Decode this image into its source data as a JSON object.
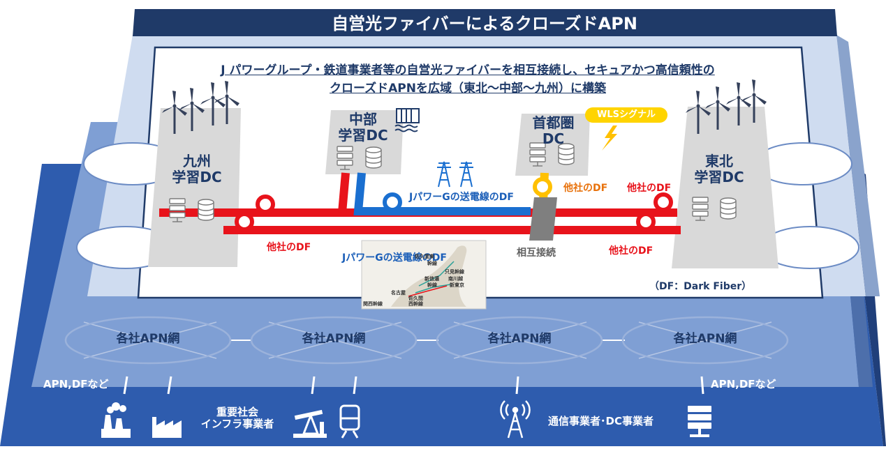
{
  "title": "自営光ファイバーによるクローズドAPN",
  "headline": {
    "line1": "J パワーグループ・鉄道事業者等の自営光ファイバーを相互接続し、セキュアかつ高信頼性の",
    "line2": "クローズドAPNを広域（東北～中部～九州）に構築"
  },
  "data_centers": {
    "kyushu": {
      "line1": "九州",
      "line2": "学習DC"
    },
    "chubu": {
      "line1": "中部",
      "line2": "学習DC"
    },
    "shutoken": {
      "line1": "首都圏",
      "line2": "DC"
    },
    "tohoku": {
      "line1": "東北",
      "line2": "学習DC"
    }
  },
  "fiber_labels": {
    "jpower_df_upper": "JパワーGの送電線のDF",
    "jpower_df_lower": "JパワーGの送電線のDF",
    "other_df_left": "他社のDF",
    "other_df_orange": "他社のDF",
    "other_df_right_top": "他社のDF",
    "other_df_right_bottom": "他社のDF",
    "interconnect": "相互接続",
    "wls_signal": "WLSシグナル",
    "df_note": "（DF：Dark Fiber）"
  },
  "map_labels": [
    "佐久間東",
    "只見幹線",
    "幹線",
    "新信濃",
    "南川越",
    "幹線",
    "新東京",
    "名古屋",
    "佐久間",
    "西幹線",
    "関西幹線"
  ],
  "apn_networks": [
    "各社APN網",
    "各社APN網",
    "各社APN網",
    "各社APN網"
  ],
  "bottom": {
    "apn_df_left": "APN,DFなど",
    "apn_df_right": "APN,DFなど",
    "infra_line1": "重要社会",
    "infra_line2": "インフラ事業者",
    "telecom": "通信事業者･DC事業者"
  },
  "icons": [
    "wind-turbine-icon",
    "dam-icon",
    "transmission-tower-icon",
    "server-icon",
    "database-icon",
    "lightning-icon",
    "power-plant-icon",
    "factory-icon",
    "oil-pump-icon",
    "train-icon",
    "radio-tower-icon",
    "server-rack-icon"
  ],
  "colors": {
    "title_bar": "#1f3a68",
    "red_fiber": "#e8131b",
    "blue_fiber": "#1a6fd0",
    "orange": "#ffc000",
    "layer_light": "#cfdcf0",
    "layer_mid": "#7f9fd4",
    "layer_dark": "#2e5cae"
  }
}
